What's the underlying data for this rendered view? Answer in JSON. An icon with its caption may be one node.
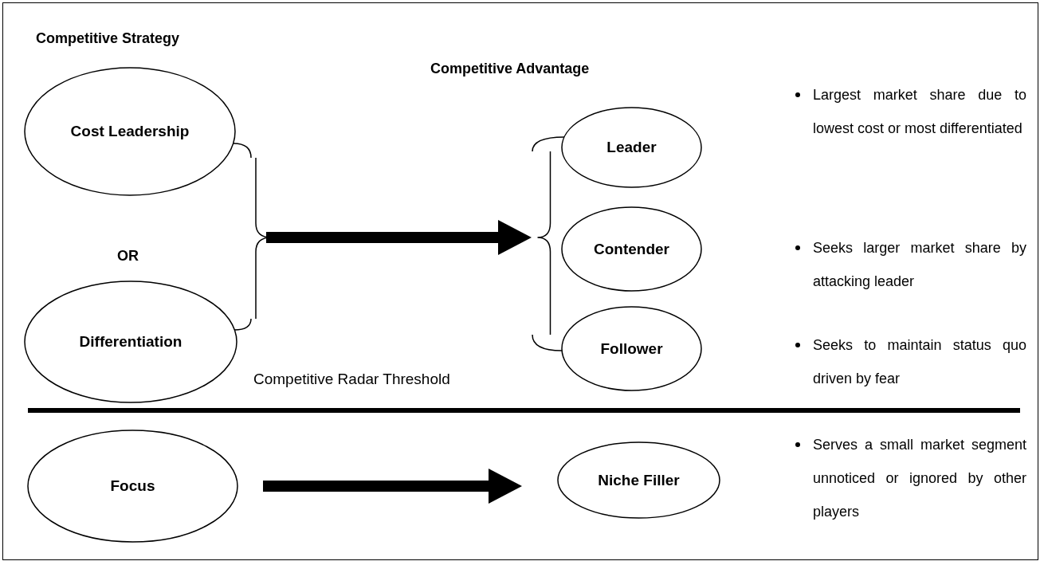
{
  "diagram": {
    "nodes": [
      {
        "text": [
          "Cost Leadership"
        ]
      },
      {
        "text": [
          "Differentiation"
        ]
      },
      {
        "text": [
          "Leader"
        ]
      },
      {
        "text": [
          "Contender"
        ]
      },
      {
        "text": [
          "Follower"
        ]
      },
      {
        "text": [
          "Focus"
        ]
      },
      {
        "text": [
          "Niche Filler"
        ]
      },
      {
        "text": [],
        "shape": "bracket"
      },
      {
        "text": [],
        "shape": "bracket"
      }
    ],
    "edges": [
      {
        "from": 0,
        "to": 7,
        "arrow": "none"
      },
      {
        "from": 1,
        "to": 7,
        "arrow": "none"
      },
      {
        "from": 7,
        "to": 8,
        "arrow": "to",
        "style": "thick"
      },
      {
        "from": 8,
        "to": 2,
        "arrow": "none"
      },
      {
        "from": 8,
        "to": 4,
        "arrow": "none"
      },
      {
        "from": 5,
        "to": 6,
        "arrow": "to",
        "style": "thick"
      }
    ],
    "labels": [
      "Competitive Strategy",
      "Competitive Advantage",
      "Largest market share due to lowest cost or most differentiated",
      "Seeks larger market share by attacking leader",
      "OR",
      "Seeks to maintain status quo driven by fear",
      "Competitive Radar Threshold",
      "Serves a small market segment unnoticed or ignored by other players"
    ]
  }
}
